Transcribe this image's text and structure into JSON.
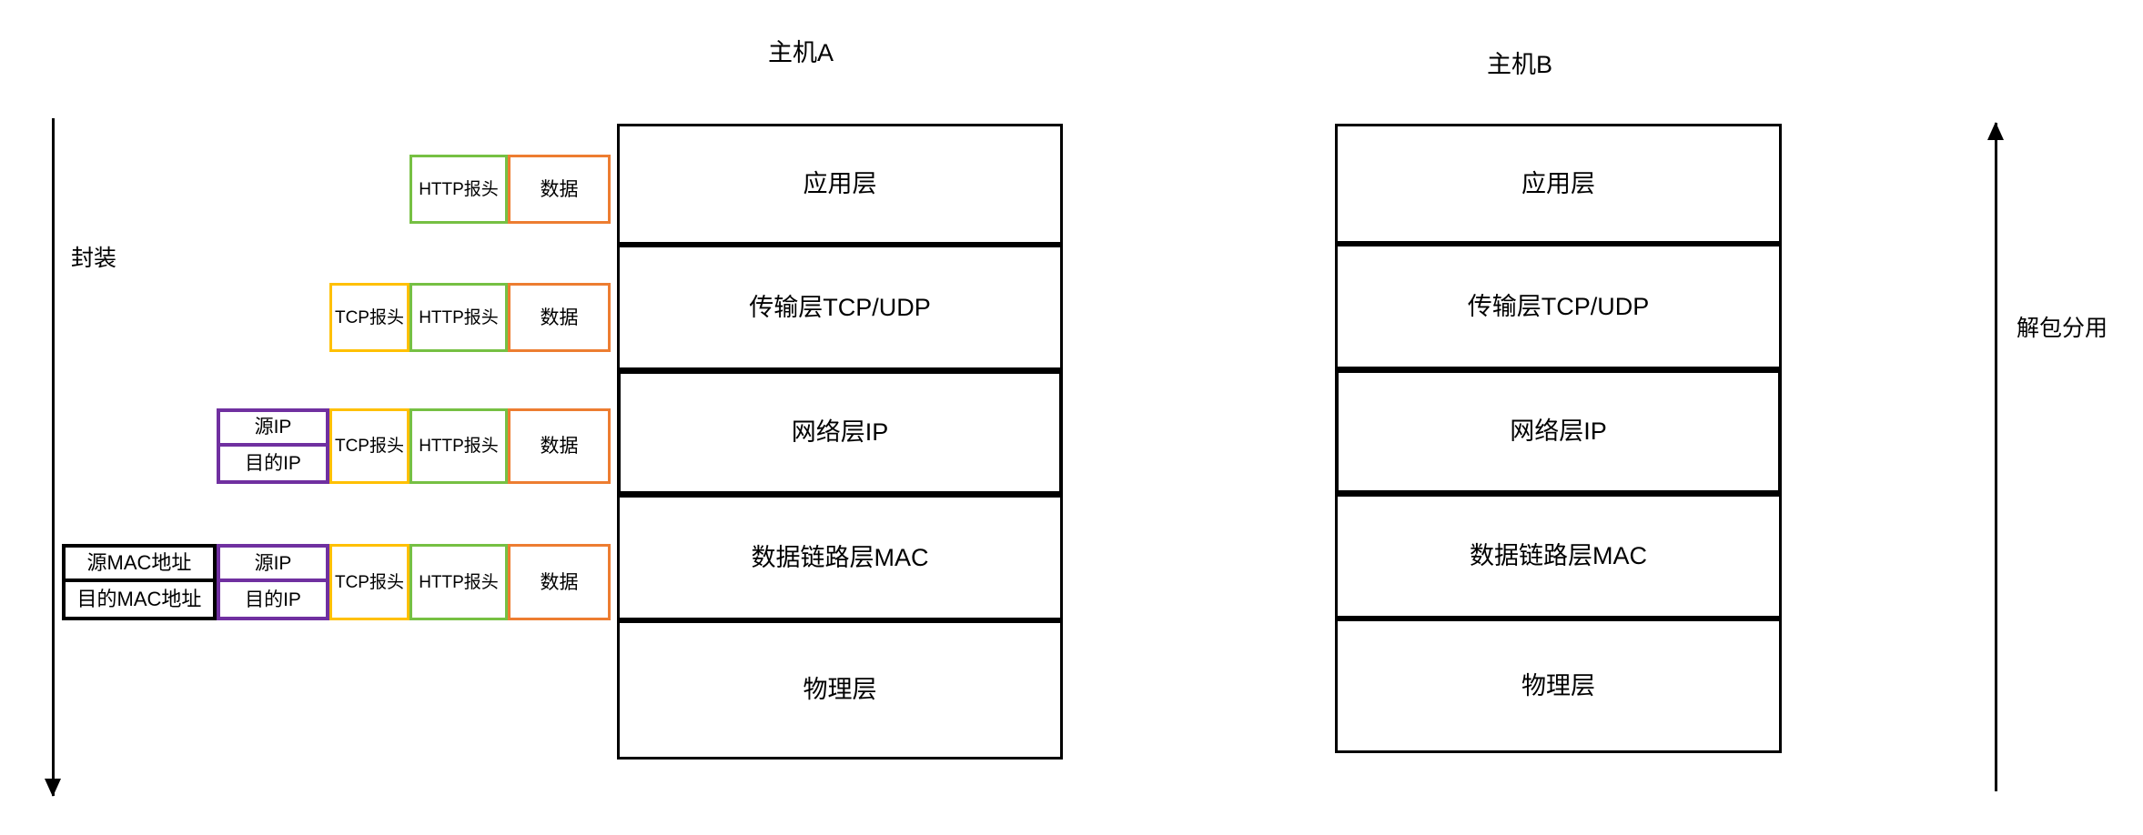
{
  "diagram": {
    "title_left": "主机A",
    "title_right": "主机B",
    "left_arrow_label": "封装",
    "right_arrow_label": "解包分用"
  },
  "colors": {
    "black": "#000000",
    "green": "#76C043",
    "orange": "#ED7D31",
    "amber": "#FFC000",
    "purple": "#7030A0",
    "background": "#FFFFFF"
  },
  "hosts": [
    {
      "name": "主机A",
      "layers": [
        {
          "label": "应用层"
        },
        {
          "label": "传输层TCP/UDP"
        },
        {
          "label": "网络层IP"
        },
        {
          "label": "数据链路层MAC"
        },
        {
          "label": "物理层"
        }
      ]
    },
    {
      "name": "主机B",
      "layers": [
        {
          "label": "应用层"
        },
        {
          "label": "传输层TCP/UDP"
        },
        {
          "label": "网络层IP"
        },
        {
          "label": "数据链路层MAC"
        },
        {
          "label": "物理层"
        }
      ]
    }
  ],
  "packets": {
    "application": {
      "http_header": "HTTP报头",
      "data": "数据"
    },
    "transport": {
      "tcp_header": "TCP报头",
      "http_header": "HTTP报头",
      "data": "数据"
    },
    "network": {
      "src_ip": "源IP",
      "dst_ip": "目的IP",
      "tcp_header": "TCP报头",
      "http_header": "HTTP报头",
      "data": "数据"
    },
    "datalink": {
      "src_mac": "源MAC地址",
      "dst_mac": "目的MAC地址",
      "src_ip": "源IP",
      "dst_ip": "目的IP",
      "tcp_header": "TCP报头",
      "http_header": "HTTP报头",
      "data": "数据"
    }
  }
}
